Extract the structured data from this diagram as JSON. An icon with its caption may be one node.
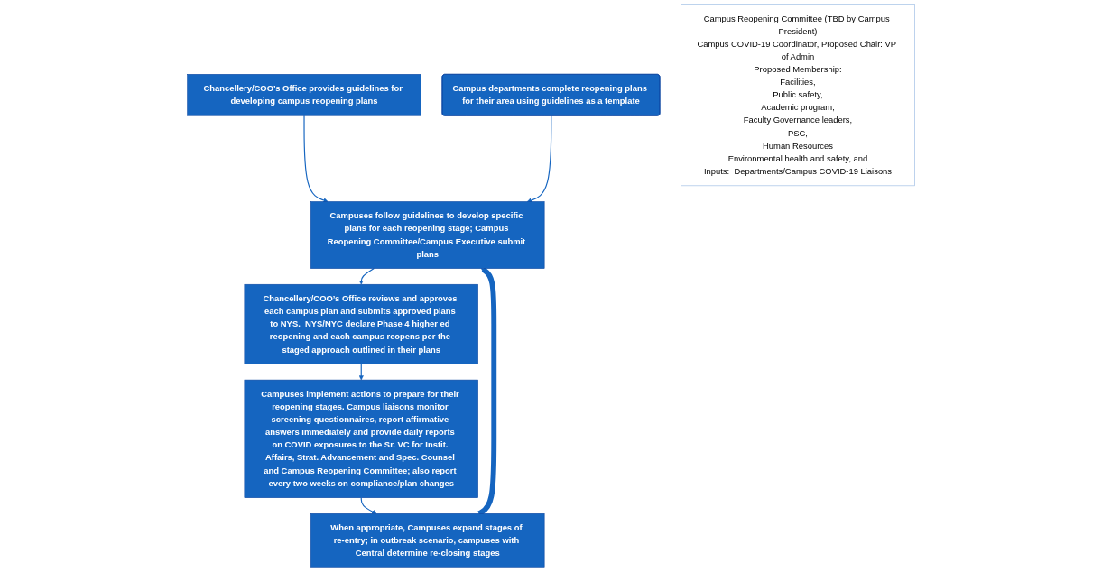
{
  "diagram": {
    "nodes": [
      {
        "text": [
          "Chancellery/COO’s Office provides guidelines for developing campus reopening plans"
        ]
      },
      {
        "text": [
          "Campuses follow guidelines to develop specific plans for each reopening stage; Campus Reopening Committee/Campus Executive submit plans"
        ]
      },
      {
        "text": [
          "Campus departments complete reopening plans for their area using guidelines as a template"
        ]
      },
      {
        "text": [
          "Chancellery/COO’s Office reviews and approves each campus plan and submits approved plans to NYS.  NYS/NYC declare Phase 4 higher ed reopening and each campus reopens per the staged approach outlined in their plans"
        ]
      },
      {
        "text": [
          "Campuses implement actions to prepare for their reopening stages. Campus liaisons monitor screening questionnaires, report affirmative answers immediately and provide daily reports on COVID exposures to the Sr. VC for Instit. Affairs, Strat. Advancement and Spec. Counsel and Campus Reopening Committee; also report every two weeks on compliance/plan changes"
        ]
      },
      {
        "text": [
          "When appropriate, Campuses expand stages of re-entry; in outbreak scenario, campuses with Central determine re-closing stages"
        ]
      },
      {
        "text": [
          "Campus Reopening Committee (TBD by Campus President)",
          "Campus COVID-19 Coordinator, Proposed Chair: VP of Admin",
          "Proposed Membership:",
          "Facilities,",
          "Public safety,",
          "Academic program,",
          "Faculty Governance leaders,",
          "PSC,",
          "Human Resources",
          "Environmental health and safety, and",
          "Inputs:  Departments/Campus COVID-19 Liaisons"
        ]
      }
    ],
    "edges": [
      {
        "from": 0,
        "to": 1,
        "arrow": "to"
      },
      {
        "from": 2,
        "to": 1,
        "arrow": "to"
      },
      {
        "from": 1,
        "to": 3,
        "arrow": "to"
      },
      {
        "from": 3,
        "to": 4,
        "arrow": "to"
      },
      {
        "from": 4,
        "to": 5,
        "arrow": "to"
      },
      {
        "from": 5,
        "to": 1,
        "arrow": "to",
        "style": "thick"
      }
    ]
  }
}
